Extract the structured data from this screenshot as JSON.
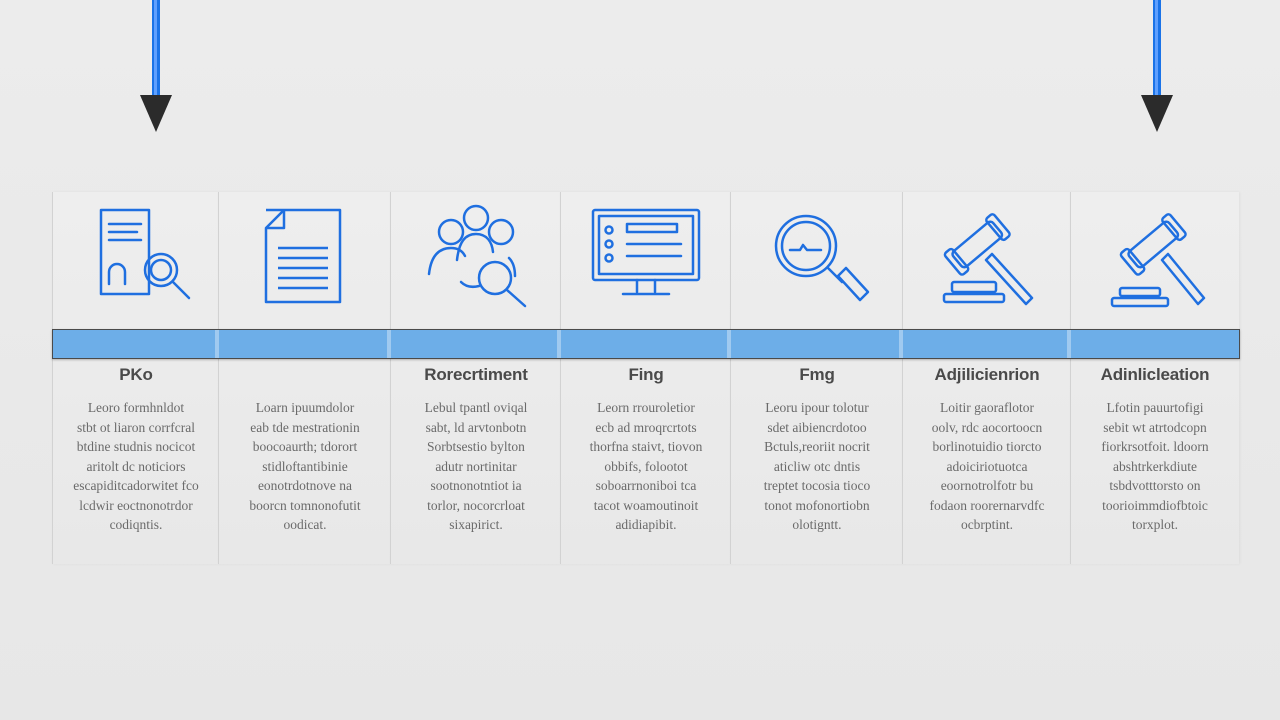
{
  "colors": {
    "accent": "#1a6fe0",
    "bar": "#6daee8",
    "arrow": "#3a3a3a"
  },
  "stages": [
    {
      "label": "PKo",
      "icon": "document-search-icon",
      "lines": [
        "Leoro formhnldot",
        "stbt ot liaron corrfcral",
        "btdine studnis nocicot",
        "aritolt dc noticiors",
        "escapiditcadorwitet fco",
        "lcdwir eoctnonotrdor",
        "codiqntis."
      ]
    },
    {
      "label": "",
      "icon": "document-icon",
      "lines": [
        "Loarn ipuumdolor",
        "eab tde mestrationin",
        "boocoaurth; tdorort",
        "stidloftantibinie",
        "eonotrdotnove na",
        "boorcn tomnonofutit",
        "oodicat."
      ]
    },
    {
      "label": "Rorecrtiment",
      "icon": "people-search-icon",
      "lines": [
        "Lebul tpantl oviqal",
        "sabt, ld arvtonbotn",
        "Sorbtsestio bylton",
        "adutr nortinitar",
        "sootnonotntiot ia",
        "torlor, nocorcrloat",
        "sixapirict."
      ]
    },
    {
      "label": "Fing",
      "icon": "monitor-icon",
      "lines": [
        "Leorn rrouroletior",
        "ecb ad mroqrcrtots",
        "thorfna staivt, tiovon",
        "obbifs, folootot",
        "soboarrnoniboi tca",
        "tacot woamoutinoit",
        "adidiapibit."
      ]
    },
    {
      "label": "Fmg",
      "icon": "magnifier-icon",
      "lines": [
        "Leoru ipour tolotur",
        "sdet aibiencrdotoo",
        "Bctuls,reoriit nocrit",
        "aticliw otc dntis",
        "treptet tocosia tioco",
        "tonot mofonortiobn",
        "olotigntt."
      ]
    },
    {
      "label": "Adjilicienrion",
      "icon": "gavel-icon",
      "lines": [
        "Loitir gaoraflotor",
        "oolv, rdc aocortoocn",
        "borlinotuidio tiorcto",
        "adoiciriotuotca",
        "eoornotrolfotr bu",
        "fodaon roorernarvdfc",
        "ocbrptint."
      ]
    },
    {
      "label": "Adinlicleation",
      "icon": "gavel-icon",
      "lines": [
        "Lfotin pauurtofigi",
        "sebit wt atrtodcopn",
        "fiorkrsotfoit. ldoorn",
        "abshtrkerkdiute",
        "tsbdvotttorsto on",
        "toorioimmdiofbtoic",
        "torxplot."
      ]
    }
  ]
}
